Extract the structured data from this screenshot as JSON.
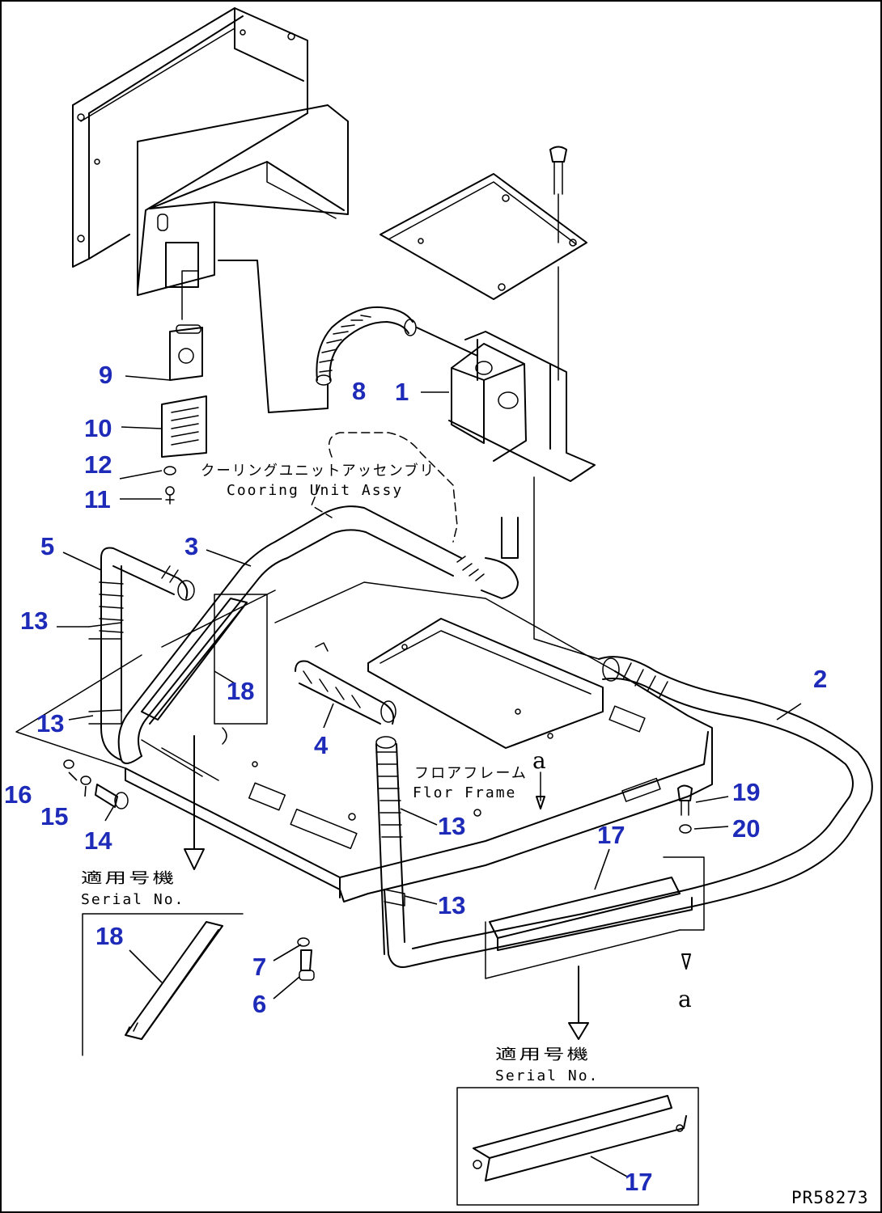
{
  "drawing_code": "PR58273",
  "labels": {
    "cooling_unit_jp": "クーリングユニットアッセンブリ",
    "cooling_unit_en": "Cooring Unit Assy",
    "floor_frame_jp": "フロアフレーム",
    "floor_frame_en": "Flor Frame",
    "serial_jp_1": "適用号機",
    "serial_en_1": "Serial No.",
    "serial_jp_2": "適用号機",
    "serial_en_2": "Serial No.",
    "section_mark_top": "a",
    "section_mark_bottom": "a"
  },
  "callouts": {
    "c1": "1",
    "c2": "2",
    "c3": "3",
    "c4": "4",
    "c5": "5",
    "c6": "6",
    "c7": "7",
    "c8": "8",
    "c9": "9",
    "c10": "10",
    "c11": "11",
    "c12": "12",
    "c13a": "13",
    "c13b": "13",
    "c13c": "13",
    "c13d": "13",
    "c14": "14",
    "c15": "15",
    "c16": "16",
    "c17a": "17",
    "c17b": "17",
    "c18a": "18",
    "c18b": "18",
    "c19": "19",
    "c20": "20"
  }
}
